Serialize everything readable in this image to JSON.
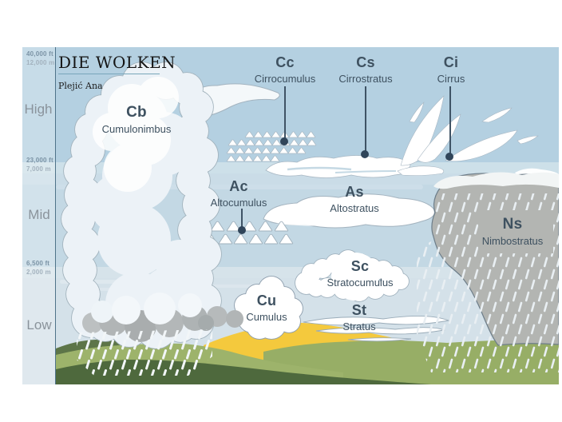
{
  "title": "DIE WOLKEN",
  "author": "Plejić Ana",
  "altitude_axis": {
    "levels": [
      "High",
      "Mid",
      "Low"
    ],
    "markers": [
      {
        "ft": "40,000 ft",
        "m": "12,000 m"
      },
      {
        "ft": "23,000 ft",
        "m": "7,000 m"
      },
      {
        "ft": "6,500 ft",
        "m": "2,000 m"
      }
    ]
  },
  "clouds": [
    {
      "code": "Cb",
      "name": "Cumulonimbus"
    },
    {
      "code": "Cc",
      "name": "Cirrocumulus"
    },
    {
      "code": "Cs",
      "name": "Cirrostratus"
    },
    {
      "code": "Ci",
      "name": "Cirrus"
    },
    {
      "code": "Ac",
      "name": "Altocumulus"
    },
    {
      "code": "As",
      "name": "Altostratus"
    },
    {
      "code": "Ns",
      "name": "Nimbostratus"
    },
    {
      "code": "Cu",
      "name": "Cumulus"
    },
    {
      "code": "Sc",
      "name": "Stratocumulus"
    },
    {
      "code": "St",
      "name": "Stratus"
    }
  ],
  "colors": {
    "sky_high": "#b4d0e1",
    "sky_mid": "#c3d8e4",
    "sky_low": "#d4e1e9",
    "altitude_strip": "#cde0e9",
    "label_text": "#3e5160",
    "axis_line": "#4f7389",
    "cloud_white": "#ffffff",
    "cloud_outline": "#9fb0ba",
    "nimbostratus_gray": "#b3b5b2",
    "rain": "#eef3f6",
    "field_yellow": "#f4c93d",
    "hill_dark_green": "#4e693d",
    "hill_mid_green": "#97ae66",
    "hill_light_green": "#9db36b",
    "title_underline": "#79a6ba"
  }
}
